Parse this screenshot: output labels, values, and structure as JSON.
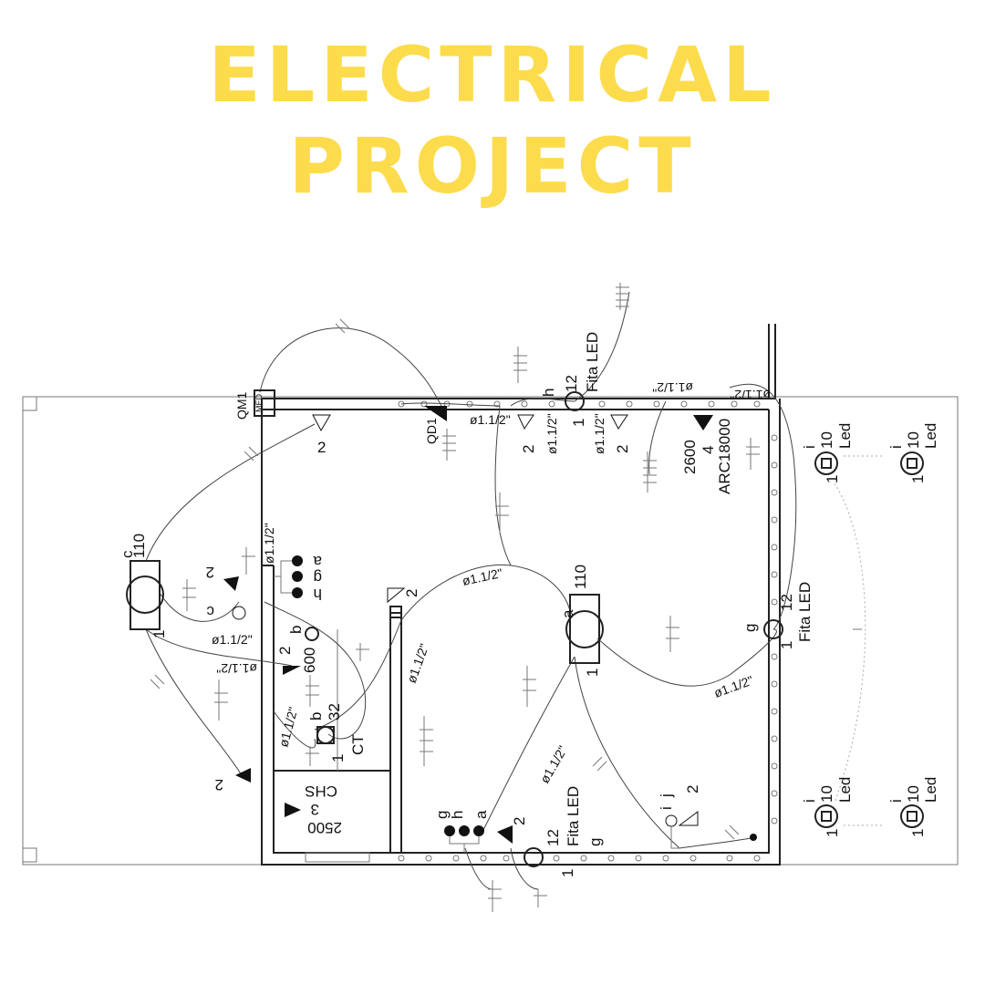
{
  "title": {
    "line1": "ELECTRICAL",
    "line2": "PROJECT"
  },
  "colors": {
    "title": "#fcdc4d",
    "lines": "#222222"
  },
  "labels": {
    "qm1": "QM1",
    "med": "MED",
    "qd1": "QD1",
    "conduit": "ø1.1/2\"",
    "fita_led": "Fita LED",
    "led": "Led",
    "ct": "CT",
    "chs": "CHS",
    "arc": "ARC18000"
  },
  "circuits": {
    "c110": {
      "id": "c",
      "power": "110",
      "circuit": "1"
    },
    "a110": {
      "id": "a",
      "power": "110",
      "circuit": "1"
    },
    "h12": {
      "id": "h",
      "power": "12",
      "circuit": "1"
    },
    "g12": {
      "id": "g",
      "power": "12",
      "circuit": "1"
    },
    "bottom12": {
      "power": "12",
      "circuit": "1",
      "switch": "g"
    },
    "b600": {
      "id": "b",
      "power": "600",
      "circuit": "2"
    },
    "b32": {
      "id": "b",
      "power": "32",
      "circuit": "1"
    },
    "chs": {
      "power": "2500",
      "circuit": "3"
    },
    "arc": {
      "power": "2600",
      "circuit": "4"
    },
    "led_lights": [
      {
        "id": "i",
        "power": "10",
        "circuit": "1"
      },
      {
        "id": "i",
        "power": "10",
        "circuit": "1"
      },
      {
        "id": "i",
        "power": "10",
        "circuit": "1"
      },
      {
        "id": "i",
        "power": "10",
        "circuit": "1"
      }
    ]
  },
  "switch_groups": [
    {
      "letters": [
        "a",
        "g",
        "h"
      ]
    },
    {
      "letters": [
        "g",
        "h",
        "a"
      ]
    },
    {
      "letters": [
        "i",
        "j"
      ]
    }
  ],
  "outlet_numbers": [
    "2",
    "2",
    "2",
    "2",
    "2",
    "2",
    "2",
    "2"
  ]
}
